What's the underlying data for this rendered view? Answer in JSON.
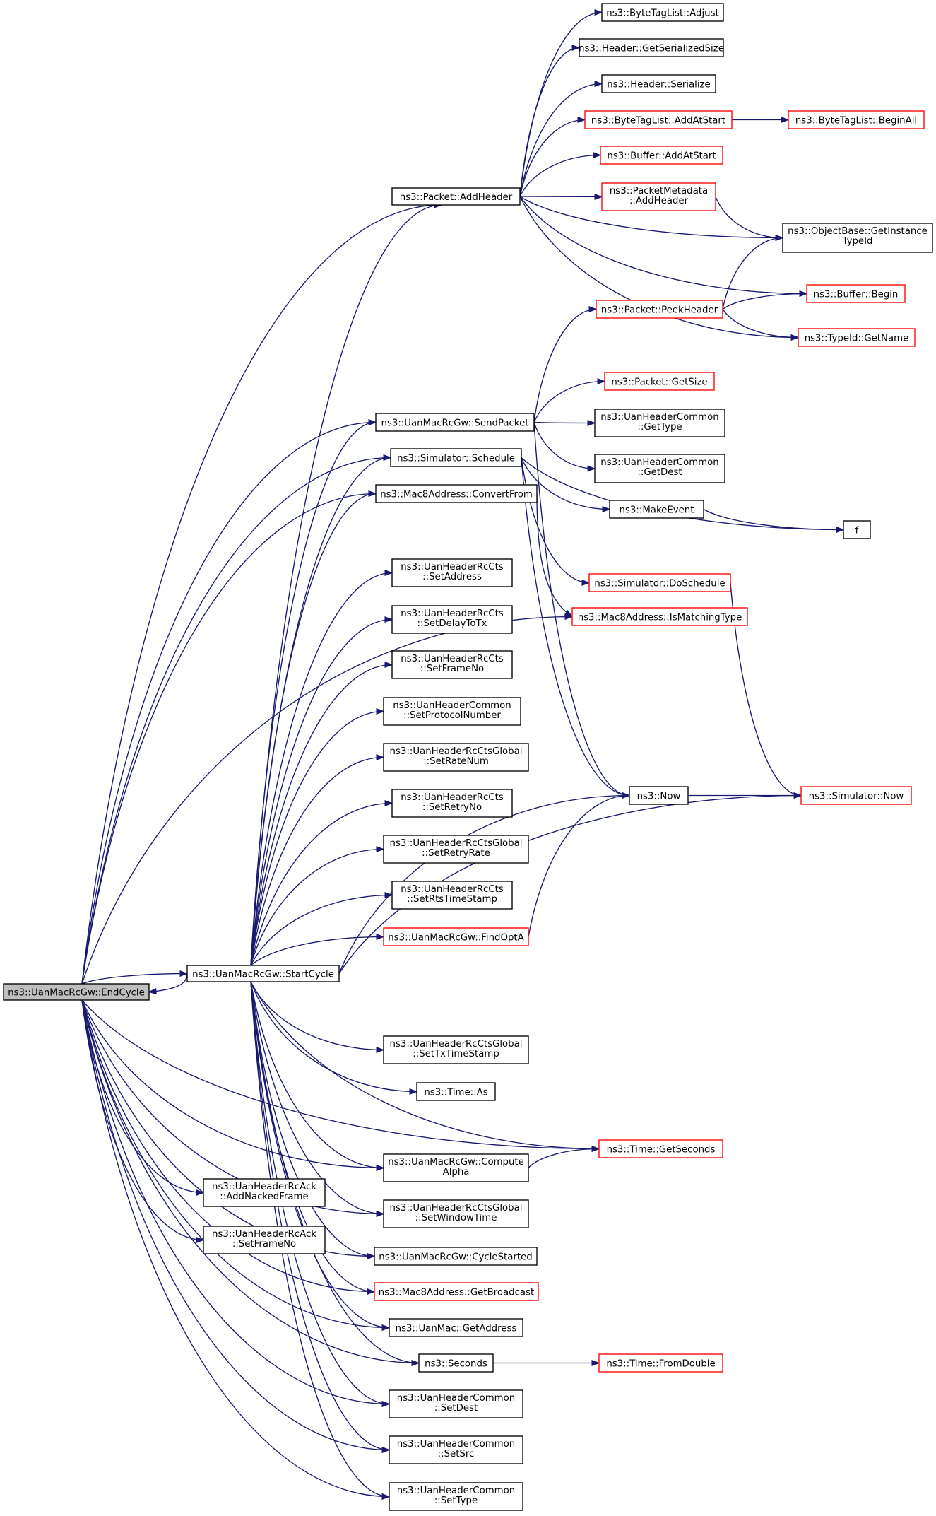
{
  "graph": {
    "root": "ns3::UanMacRcGw::EndCycle",
    "nodes": [
      {
        "id": "end_cycle",
        "lines": [
          "ns3::UanMacRcGw::EndCycle"
        ],
        "style": "current"
      },
      {
        "id": "start_cycle",
        "lines": [
          "ns3::UanMacRcGw::StartCycle"
        ],
        "style": "normal"
      },
      {
        "id": "add_header",
        "lines": [
          "ns3::Packet::AddHeader"
        ],
        "style": "normal"
      },
      {
        "id": "btl_adjust",
        "lines": [
          "ns3::ByteTagList::Adjust"
        ],
        "style": "normal"
      },
      {
        "id": "hdr_getsersize",
        "lines": [
          "ns3::Header::GetSerializedSize"
        ],
        "style": "normal"
      },
      {
        "id": "hdr_serialize",
        "lines": [
          "ns3::Header::Serialize"
        ],
        "style": "normal"
      },
      {
        "id": "btl_addatstart",
        "lines": [
          "ns3::ByteTagList::AddAtStart"
        ],
        "style": "red"
      },
      {
        "id": "btl_beginall",
        "lines": [
          "ns3::ByteTagList::BeginAll"
        ],
        "style": "red"
      },
      {
        "id": "buf_addatstart",
        "lines": [
          "ns3::Buffer::AddAtStart"
        ],
        "style": "red"
      },
      {
        "id": "pm_addheader",
        "lines": [
          "ns3::PacketMetadata",
          "::AddHeader"
        ],
        "style": "red"
      },
      {
        "id": "ob_getinstance",
        "lines": [
          "ns3::ObjectBase::GetInstance",
          "TypeId"
        ],
        "style": "normal"
      },
      {
        "id": "buf_begin",
        "lines": [
          "ns3::Buffer::Begin"
        ],
        "style": "red"
      },
      {
        "id": "peek_header",
        "lines": [
          "ns3::Packet::PeekHeader"
        ],
        "style": "red"
      },
      {
        "id": "typeid_getname",
        "lines": [
          "ns3::TypeId::GetName"
        ],
        "style": "red"
      },
      {
        "id": "pkt_getsize",
        "lines": [
          "ns3::Packet::GetSize"
        ],
        "style": "red"
      },
      {
        "id": "send_packet",
        "lines": [
          "ns3::UanMacRcGw::SendPacket"
        ],
        "style": "normal"
      },
      {
        "id": "uhc_gettype",
        "lines": [
          "ns3::UanHeaderCommon",
          "::GetType"
        ],
        "style": "normal"
      },
      {
        "id": "sim_schedule",
        "lines": [
          "ns3::Simulator::Schedule"
        ],
        "style": "normal"
      },
      {
        "id": "uhc_getdest",
        "lines": [
          "ns3::UanHeaderCommon",
          "::GetDest"
        ],
        "style": "normal"
      },
      {
        "id": "m8_convertfrom",
        "lines": [
          "ns3::Mac8Address::ConvertFrom"
        ],
        "style": "normal"
      },
      {
        "id": "make_event",
        "lines": [
          "ns3::MakeEvent"
        ],
        "style": "normal"
      },
      {
        "id": "f",
        "lines": [
          "f"
        ],
        "style": "normal"
      },
      {
        "id": "cts_setaddress",
        "lines": [
          "ns3::UanHeaderRcCts",
          "::SetAddress"
        ],
        "style": "normal"
      },
      {
        "id": "sim_doschedule",
        "lines": [
          "ns3::Simulator::DoSchedule"
        ],
        "style": "red"
      },
      {
        "id": "m8_ismatching",
        "lines": [
          "ns3::Mac8Address::IsMatchingType"
        ],
        "style": "red"
      },
      {
        "id": "cts_setdelaytotx",
        "lines": [
          "ns3::UanHeaderRcCts",
          "::SetDelayToTx"
        ],
        "style": "normal"
      },
      {
        "id": "cts_setframeno",
        "lines": [
          "ns3::UanHeaderRcCts",
          "::SetFrameNo"
        ],
        "style": "normal"
      },
      {
        "id": "uhc_setprotocol",
        "lines": [
          "ns3::UanHeaderCommon",
          "::SetProtocolNumber"
        ],
        "style": "normal"
      },
      {
        "id": "ctsg_setratenum",
        "lines": [
          "ns3::UanHeaderRcCtsGlobal",
          "::SetRateNum"
        ],
        "style": "normal"
      },
      {
        "id": "cts_setretryno",
        "lines": [
          "ns3::UanHeaderRcCts",
          "::SetRetryNo"
        ],
        "style": "normal"
      },
      {
        "id": "now",
        "lines": [
          "ns3::Now"
        ],
        "style": "normal"
      },
      {
        "id": "sim_now",
        "lines": [
          "ns3::Simulator::Now"
        ],
        "style": "red"
      },
      {
        "id": "ctsg_setretryrate",
        "lines": [
          "ns3::UanHeaderRcCtsGlobal",
          "::SetRetryRate"
        ],
        "style": "normal"
      },
      {
        "id": "cts_setrtstimestamp",
        "lines": [
          "ns3::UanHeaderRcCts",
          "::SetRtsTimeStamp"
        ],
        "style": "normal"
      },
      {
        "id": "find_opta",
        "lines": [
          "ns3::UanMacRcGw::FindOptA"
        ],
        "style": "red"
      },
      {
        "id": "ctsg_settxtimestamp",
        "lines": [
          "ns3::UanHeaderRcCtsGlobal",
          "::SetTxTimeStamp"
        ],
        "style": "normal"
      },
      {
        "id": "time_as",
        "lines": [
          "ns3::Time::As"
        ],
        "style": "normal"
      },
      {
        "id": "time_getseconds",
        "lines": [
          "ns3::Time::GetSeconds"
        ],
        "style": "red"
      },
      {
        "id": "compute_alpha",
        "lines": [
          "ns3::UanMacRcGw::Compute",
          "Alpha"
        ],
        "style": "normal"
      },
      {
        "id": "ack_addnacked",
        "lines": [
          "ns3::UanHeaderRcAck",
          "::AddNackedFrame"
        ],
        "style": "normal"
      },
      {
        "id": "ctsg_setwindow",
        "lines": [
          "ns3::UanHeaderRcCtsGlobal",
          "::SetWindowTime"
        ],
        "style": "normal"
      },
      {
        "id": "ack_setframeno",
        "lines": [
          "ns3::UanHeaderRcAck",
          "::SetFrameNo"
        ],
        "style": "normal"
      },
      {
        "id": "cycle_started",
        "lines": [
          "ns3::UanMacRcGw::CycleStarted"
        ],
        "style": "normal"
      },
      {
        "id": "m8_getbroadcast",
        "lines": [
          "ns3::Mac8Address::GetBroadcast"
        ],
        "style": "red"
      },
      {
        "id": "uanmac_getaddress",
        "lines": [
          "ns3::UanMac::GetAddress"
        ],
        "style": "normal"
      },
      {
        "id": "seconds",
        "lines": [
          "ns3::Seconds"
        ],
        "style": "normal"
      },
      {
        "id": "time_fromdouble",
        "lines": [
          "ns3::Time::FromDouble"
        ],
        "style": "red"
      },
      {
        "id": "uhc_setdest",
        "lines": [
          "ns3::UanHeaderCommon",
          "::SetDest"
        ],
        "style": "normal"
      },
      {
        "id": "uhc_setsrc",
        "lines": [
          "ns3::UanHeaderCommon",
          "::SetSrc"
        ],
        "style": "normal"
      },
      {
        "id": "uhc_settype",
        "lines": [
          "ns3::UanHeaderCommon",
          "::SetType"
        ],
        "style": "normal"
      }
    ],
    "edges": [
      [
        "end_cycle",
        "start_cycle"
      ],
      [
        "end_cycle",
        "add_header"
      ],
      [
        "end_cycle",
        "send_packet"
      ],
      [
        "end_cycle",
        "sim_schedule"
      ],
      [
        "end_cycle",
        "m8_convertfrom"
      ],
      [
        "end_cycle",
        "m8_ismatching"
      ],
      [
        "end_cycle",
        "ack_addnacked"
      ],
      [
        "end_cycle",
        "ack_setframeno"
      ],
      [
        "end_cycle",
        "time_getseconds"
      ],
      [
        "end_cycle",
        "compute_alpha"
      ],
      [
        "end_cycle",
        "ctsg_setwindow"
      ],
      [
        "end_cycle",
        "cycle_started"
      ],
      [
        "end_cycle",
        "m8_getbroadcast"
      ],
      [
        "end_cycle",
        "uanmac_getaddress"
      ],
      [
        "end_cycle",
        "seconds"
      ],
      [
        "end_cycle",
        "uhc_setdest"
      ],
      [
        "end_cycle",
        "uhc_setsrc"
      ],
      [
        "end_cycle",
        "uhc_settype"
      ],
      [
        "start_cycle",
        "end_cycle"
      ],
      [
        "start_cycle",
        "add_header"
      ],
      [
        "start_cycle",
        "send_packet"
      ],
      [
        "start_cycle",
        "sim_schedule"
      ],
      [
        "start_cycle",
        "m8_convertfrom"
      ],
      [
        "start_cycle",
        "cts_setaddress"
      ],
      [
        "start_cycle",
        "cts_setdelaytotx"
      ],
      [
        "start_cycle",
        "cts_setframeno"
      ],
      [
        "start_cycle",
        "uhc_setprotocol"
      ],
      [
        "start_cycle",
        "ctsg_setratenum"
      ],
      [
        "start_cycle",
        "cts_setretryno"
      ],
      [
        "start_cycle",
        "ctsg_setretryrate"
      ],
      [
        "start_cycle",
        "cts_setrtstimestamp"
      ],
      [
        "start_cycle",
        "find_opta"
      ],
      [
        "start_cycle",
        "now"
      ],
      [
        "start_cycle",
        "sim_now"
      ],
      [
        "start_cycle",
        "ctsg_settxtimestamp"
      ],
      [
        "start_cycle",
        "time_as"
      ],
      [
        "start_cycle",
        "time_getseconds"
      ],
      [
        "start_cycle",
        "compute_alpha"
      ],
      [
        "start_cycle",
        "ctsg_setwindow"
      ],
      [
        "start_cycle",
        "cycle_started"
      ],
      [
        "start_cycle",
        "m8_getbroadcast"
      ],
      [
        "start_cycle",
        "uanmac_getaddress"
      ],
      [
        "start_cycle",
        "seconds"
      ],
      [
        "start_cycle",
        "uhc_setdest"
      ],
      [
        "start_cycle",
        "uhc_setsrc"
      ],
      [
        "start_cycle",
        "uhc_settype"
      ],
      [
        "add_header",
        "btl_adjust"
      ],
      [
        "add_header",
        "hdr_getsersize"
      ],
      [
        "add_header",
        "hdr_serialize"
      ],
      [
        "add_header",
        "btl_addatstart"
      ],
      [
        "add_header",
        "buf_addatstart"
      ],
      [
        "add_header",
        "pm_addheader"
      ],
      [
        "add_header",
        "ob_getinstance"
      ],
      [
        "add_header",
        "buf_begin"
      ],
      [
        "add_header",
        "typeid_getname"
      ],
      [
        "btl_addatstart",
        "btl_beginall"
      ],
      [
        "pm_addheader",
        "ob_getinstance"
      ],
      [
        "peek_header",
        "ob_getinstance"
      ],
      [
        "peek_header",
        "buf_begin"
      ],
      [
        "peek_header",
        "typeid_getname"
      ],
      [
        "send_packet",
        "peek_header"
      ],
      [
        "send_packet",
        "pkt_getsize"
      ],
      [
        "send_packet",
        "uhc_gettype"
      ],
      [
        "send_packet",
        "uhc_getdest"
      ],
      [
        "send_packet",
        "now"
      ],
      [
        "sim_schedule",
        "make_event"
      ],
      [
        "sim_schedule",
        "f"
      ],
      [
        "sim_schedule",
        "sim_doschedule"
      ],
      [
        "sim_schedule",
        "now"
      ],
      [
        "make_event",
        "f"
      ],
      [
        "m8_convertfrom",
        "m8_ismatching"
      ],
      [
        "sim_doschedule",
        "sim_now"
      ],
      [
        "now",
        "sim_now"
      ],
      [
        "find_opta",
        "now"
      ],
      [
        "compute_alpha",
        "time_getseconds"
      ],
      [
        "seconds",
        "time_fromdouble"
      ]
    ]
  }
}
